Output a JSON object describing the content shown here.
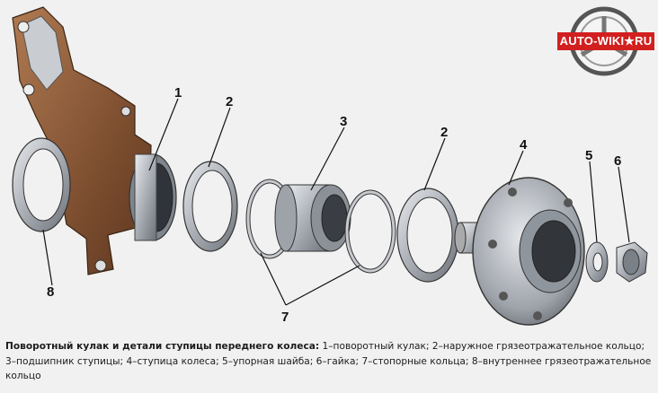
{
  "logo": {
    "text": "AUTO-WIKI★RU",
    "icon": "wheel-icon"
  },
  "labels": [
    {
      "id": "label-1",
      "text": "1"
    },
    {
      "id": "label-2a",
      "text": "2"
    },
    {
      "id": "label-3",
      "text": "3"
    },
    {
      "id": "label-2b",
      "text": "2"
    },
    {
      "id": "label-4",
      "text": "4"
    },
    {
      "id": "label-5",
      "text": "5"
    },
    {
      "id": "label-6",
      "text": "6"
    },
    {
      "id": "label-7",
      "text": "7"
    },
    {
      "id": "label-8",
      "text": "8"
    }
  ],
  "caption": {
    "title": "Поворотный кулак и детали ступицы переднего колеса:",
    "body": " 1–поворотный кулак; 2–наружное грязеотражательное кольцо; 3–подшипник ступицы; 4–ступица колеса; 5–упорная шайба; 6–гайка; 7–стопорные кольца; 8–внутреннее грязеотражательное кольцо"
  },
  "colors": {
    "knuckle": "#8a5a3a",
    "metal": "#b9bcc2",
    "dark": "#555a60",
    "logo_red": "#d21f1f"
  }
}
